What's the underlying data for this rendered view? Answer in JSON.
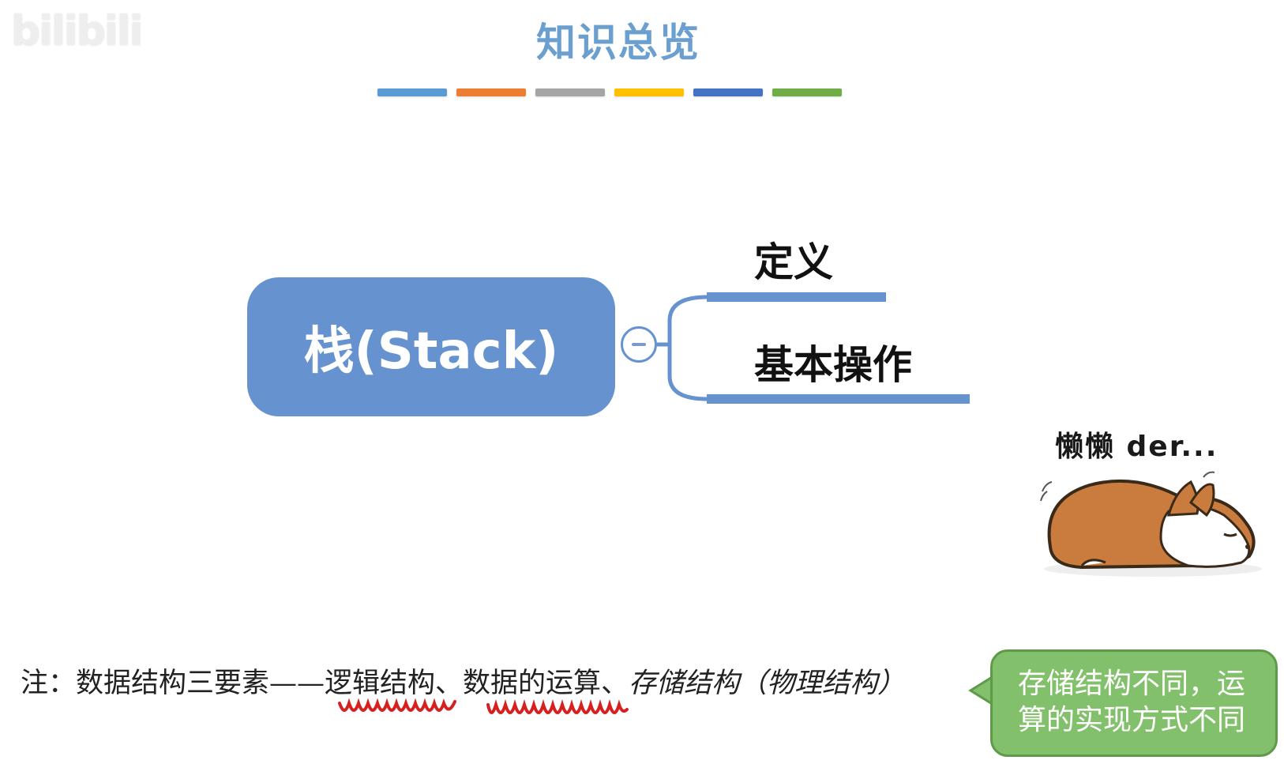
{
  "watermark": "bilibili",
  "title": "知识总览",
  "colors": {
    "accent_blue": "#6693cf",
    "title_blue": "#6a9fd0",
    "callout_green": "#83c06b",
    "squiggle_red": "#d62020"
  },
  "color_bars": [
    "#5b9bd5",
    "#ed7d31",
    "#a5a5a5",
    "#ffc000",
    "#4472c4",
    "#70ad47"
  ],
  "mindmap": {
    "root_label": "栈(Stack)",
    "collapse_icon": "minus-circle-icon",
    "branches": [
      {
        "label": "定义"
      },
      {
        "label": "基本操作"
      }
    ]
  },
  "hamster": {
    "caption": "懒懒 der...",
    "icon": "sleeping-hamster-icon"
  },
  "note": {
    "prefix": "注：数据结构三要素——",
    "item_logic": "逻辑结构",
    "sep1": "、",
    "item_ops": "数据的运算",
    "sep2": "、",
    "item_storage": "存储结构（物理结构）"
  },
  "callout": {
    "line1": "存储结构不同，运",
    "line2": "算的实现方式不同"
  }
}
